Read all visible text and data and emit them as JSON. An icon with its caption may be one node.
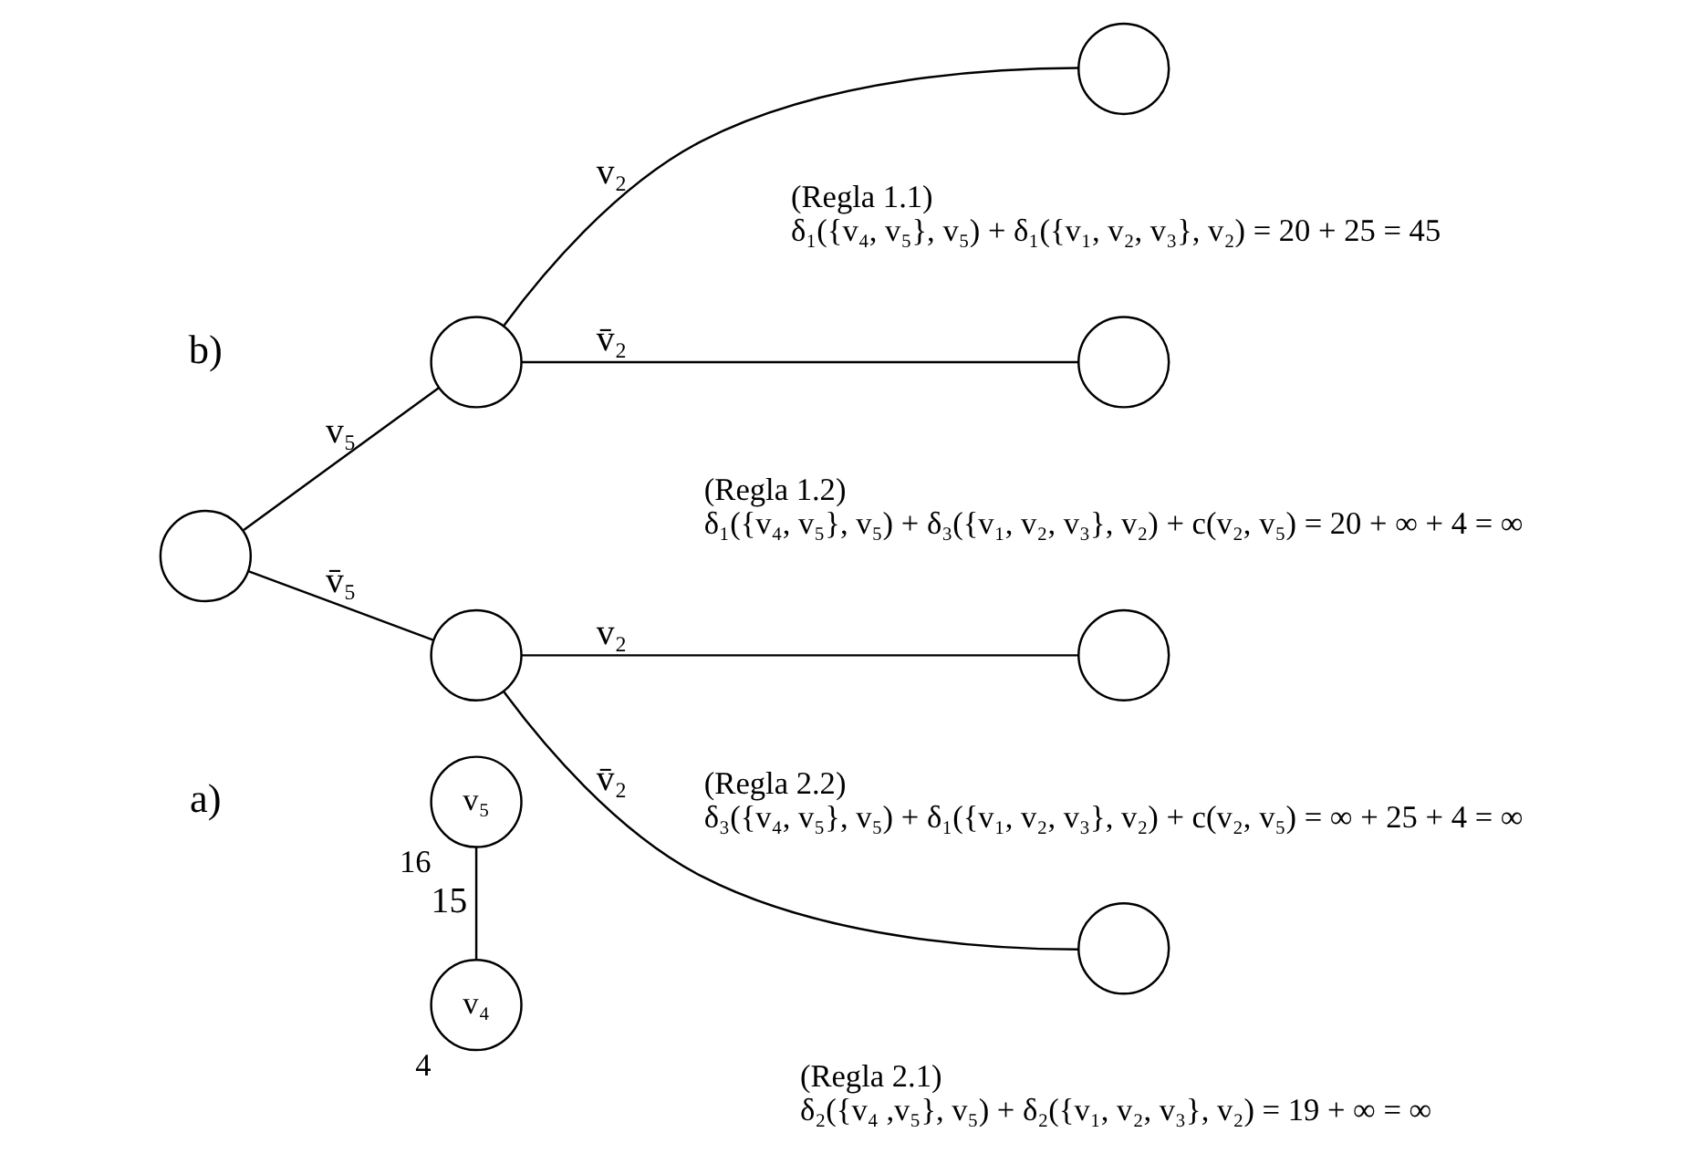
{
  "diagram": {
    "nodes": [
      {
        "text": [
          "v₅"
        ],
        "beside": [
          "16"
        ]
      },
      {
        "text": [
          "v₄"
        ],
        "beside": [
          "4"
        ]
      },
      {
        "text": [],
        "shape": "circle"
      },
      {
        "text": [],
        "shape": "circle"
      },
      {
        "text": [],
        "shape": "circle"
      },
      {
        "text": [],
        "shape": "circle",
        "beside": [
          "(Regla 1.1)",
          "δ₁({v₄, v₅}, v₅) + δ₁({v₁, v₂, v₃}, v₂) = 20 + 25 = 45"
        ]
      },
      {
        "text": [],
        "shape": "circle",
        "beside": [
          "(Regla 1.2)",
          "δ₁({v₄, v₅}, v₅) + δ₃({v₁, v₂, v₃}, v₂) + c(v₂, v₅) = 20 + ∞ + 4 = ∞"
        ]
      },
      {
        "text": [],
        "shape": "circle",
        "beside": [
          "(Regla 2.2)",
          "δ₃({v₄, v₅}, v₅) + δ₁({v₁, v₂, v₃}, v₂) + c(v₂, v₅) = ∞ + 25 + 4 = ∞"
        ]
      },
      {
        "text": [],
        "shape": "circle",
        "beside": [
          "(Regla 2.1)",
          "δ₂({v₄ ,v₅}, v₅) + δ₂({v₁, v₂, v₃}, v₂) = 19 + ∞ = ∞"
        ]
      }
    ],
    "edges": [
      {
        "from": 0,
        "to": 1,
        "arrow": "none",
        "label": "15"
      },
      {
        "from": 2,
        "to": 3,
        "arrow": "none",
        "label": "v₅"
      },
      {
        "from": 2,
        "to": 4,
        "arrow": "none",
        "label": "v̄₅"
      },
      {
        "from": 3,
        "to": 5,
        "arrow": "none",
        "label": "v₂"
      },
      {
        "from": 3,
        "to": 6,
        "arrow": "none",
        "label": "v̄₂"
      },
      {
        "from": 4,
        "to": 7,
        "arrow": "none",
        "label": "v₂"
      },
      {
        "from": 4,
        "to": 8,
        "arrow": "none",
        "label": "v̄₂"
      }
    ],
    "labels": [
      "a)",
      "b)"
    ]
  }
}
